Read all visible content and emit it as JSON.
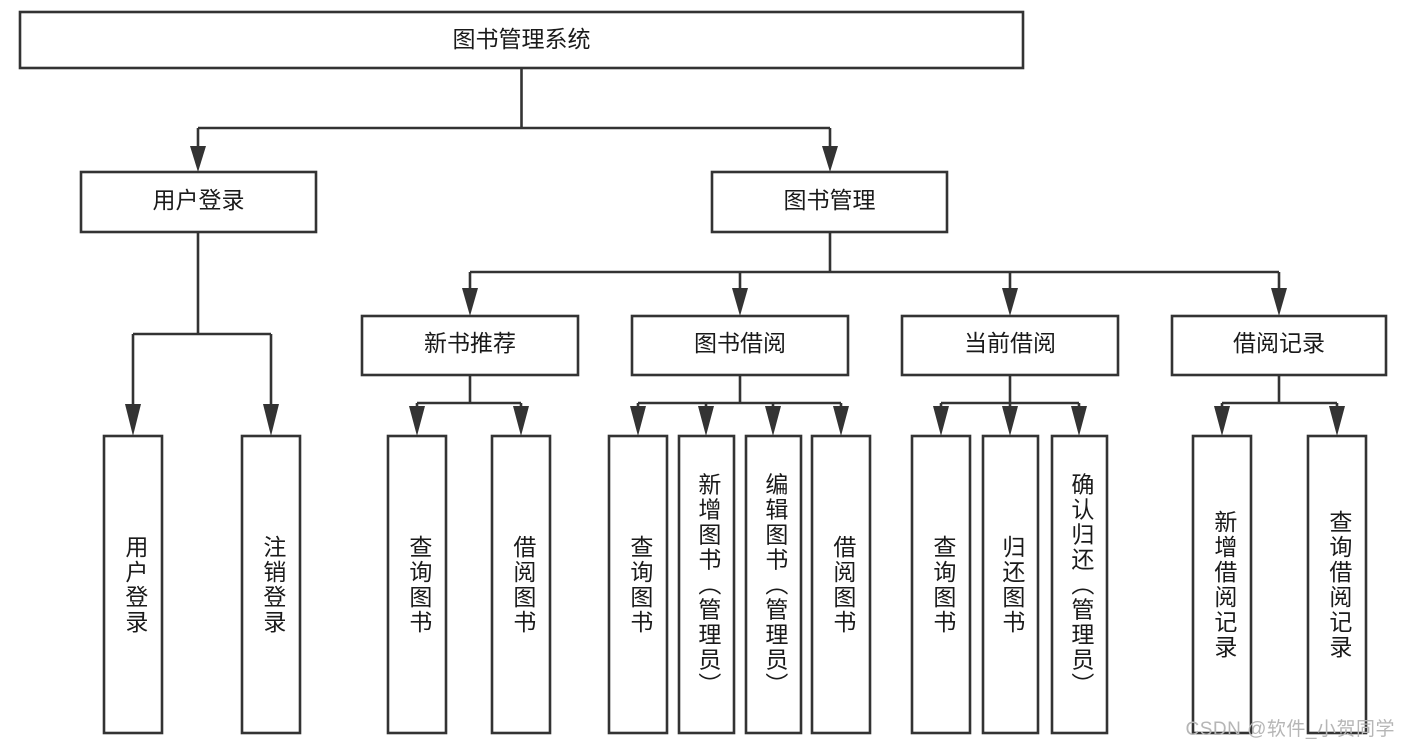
{
  "diagram": {
    "title_node": {
      "label": "图书管理系统"
    },
    "level2": [
      {
        "id": "user-login",
        "label": "用户登录"
      },
      {
        "id": "book-management",
        "label": "图书管理"
      }
    ],
    "level3": [
      {
        "id": "new-book-recommend",
        "label": "新书推荐"
      },
      {
        "id": "book-borrow",
        "label": "图书借阅"
      },
      {
        "id": "current-borrow",
        "label": "当前借阅"
      },
      {
        "id": "borrow-record",
        "label": "借阅记录"
      }
    ],
    "leaves": {
      "user_login": [
        {
          "id": "leaf-user-login",
          "label": "用户登录"
        },
        {
          "id": "leaf-logout-login",
          "label": "注销登录"
        }
      ],
      "new_book_recommend": [
        {
          "id": "leaf-query-book-1",
          "label": "查询图书"
        },
        {
          "id": "leaf-borrow-book-1",
          "label": "借阅图书"
        }
      ],
      "book_borrow": [
        {
          "id": "leaf-query-book-2",
          "label": "查询图书"
        },
        {
          "id": "leaf-add-book",
          "label": "新增图书（管理员）"
        },
        {
          "id": "leaf-edit-book",
          "label": "编辑图书（管理员）"
        },
        {
          "id": "leaf-borrow-book-2",
          "label": "借阅图书"
        }
      ],
      "current_borrow": [
        {
          "id": "leaf-query-book-3",
          "label": "查询图书"
        },
        {
          "id": "leaf-return-book",
          "label": "归还图书"
        },
        {
          "id": "leaf-confirm-return",
          "label": "确认归还（管理员）"
        }
      ],
      "borrow_record": [
        {
          "id": "leaf-add-borrow-record",
          "label": "新增借阅记录"
        },
        {
          "id": "leaf-query-borrow-record",
          "label": "查询借阅记录"
        }
      ]
    }
  },
  "watermark": {
    "text": "CSDN @软件_小贺同学"
  },
  "colors": {
    "stroke": "#333333",
    "box_fill": "#ffffff",
    "text": "#1a1a1a",
    "watermark": "#b6b6b6",
    "background": "#ffffff"
  }
}
